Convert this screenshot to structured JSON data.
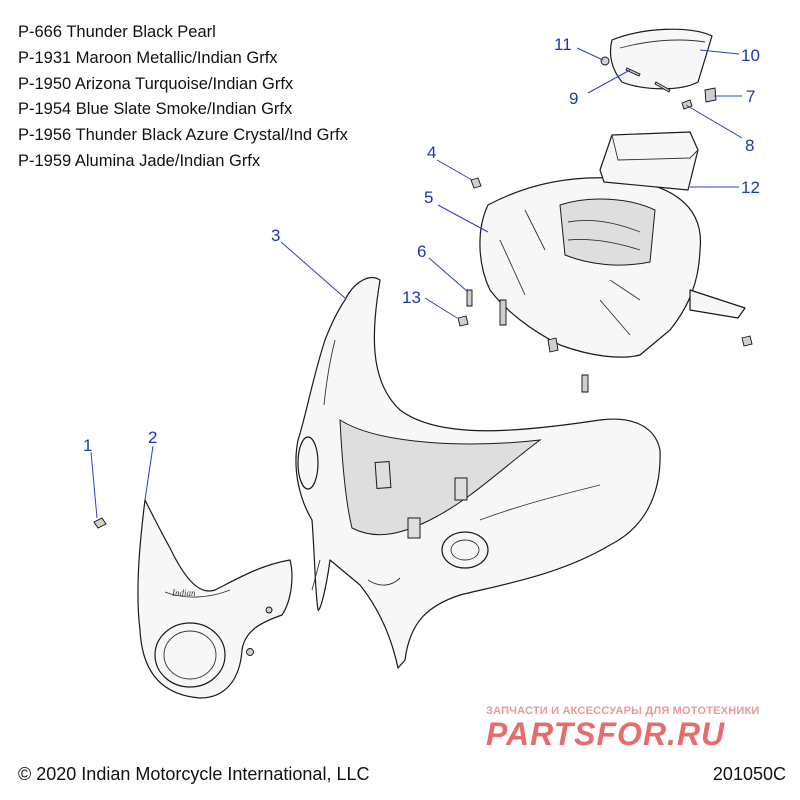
{
  "paint_codes": [
    "P-666  Thunder Black Pearl",
    "P-1931 Maroon Metallic/Indian Grfx",
    "P-1950 Arizona Turquoise/Indian Grfx",
    "P-1954 Blue Slate Smoke/Indian Grfx",
    "P-1956 Thunder Black Azure Crystal/Ind Grfx",
    "P-1959 Alumina Jade/Indian Grfx"
  ],
  "callouts": [
    "1",
    "2",
    "3",
    "4",
    "5",
    "6",
    "7",
    "8",
    "9",
    "10",
    "11",
    "12",
    "13"
  ],
  "footer": {
    "copyright": "© 2020 Indian Motorcycle International, LLC",
    "diagram_code": "201050C"
  },
  "watermark": {
    "tagline": "ЗАПЧАСТИ И АКСЕССУАРЫ ДЛЯ МОТОТЕХНИКИ",
    "logo_text": "PARTSFOR.RU"
  },
  "colors": {
    "callout": "#1f35b8",
    "watermark": "#e66d6d"
  }
}
